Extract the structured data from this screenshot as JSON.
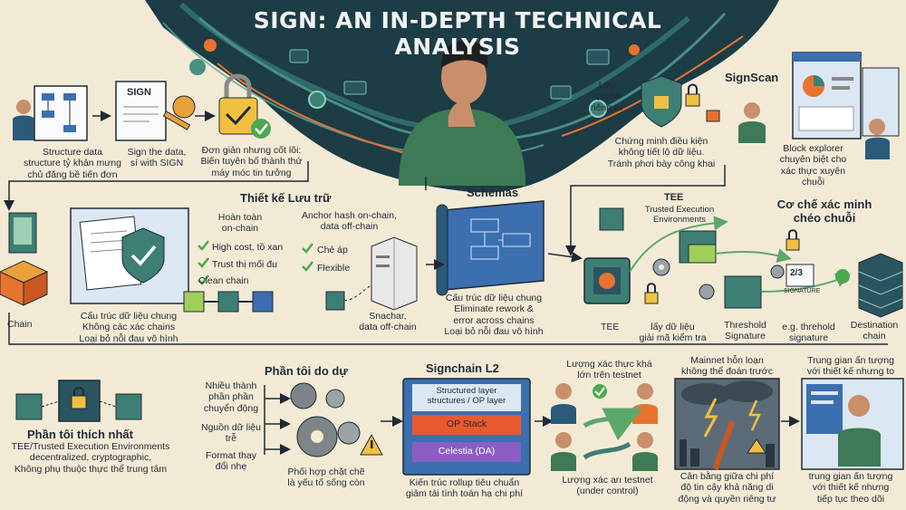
{
  "title": "SIGN: AN IN-DEPTH TECHNICAL ANALYSIS",
  "row1": {
    "step1": "Structure data\nstructure tỷ khản mưng\nchủ đăng bề tiến đơn",
    "sign_doc_label": "SIGN",
    "step2": "Sign the data,\nsí with SIGN",
    "step3": "Đơn giản nhưng cốt lõi:\nBiến tuyên bố thành thứ\nmáy móc tin tưởng",
    "privacy_title": "Lớp\nquyền\nriêng tư",
    "privacy_desc": "Chứng minh điều kiện\nkhông tiết lộ dữ liệu.\nTránh phơi bày công khai",
    "signscan_title": "SignScan",
    "signscan_desc": "Block explorer\nchuyên biệt cho\nxác thực xuyên\nchuỗi"
  },
  "storage": {
    "title": "Thiết kế Lưu trữ",
    "onchain_title": "Hoàn toàn\non-chain",
    "onchain_items": [
      "High cost, tồ xan",
      "Trust thị mối đu",
      "Clean chain"
    ],
    "anchor_title": "Anchor hash on-chain,\ndata off-chain",
    "anchor_items": [
      "Chẻ áp",
      "Flexible"
    ],
    "snachar": "Snachar,\ndata off-chain",
    "chain_label": "Chain",
    "struct_desc": "Cấu trúc dữ liệu chung\nKhông các xác chains\nLoại bỏ nỗi đau vô hình"
  },
  "schemas": {
    "title": "Schemas",
    "desc": "Cấu trúc dữ liệu chung\nEliminate rework &\nerror across chains\nLoại bỏ nỗi đau vô hình"
  },
  "cross": {
    "tee_top": "TEE",
    "tee_sub": "Trusted Execution\nEnvironments",
    "title": "Cơ chế xác minh\nchéo chuỗi",
    "badge": "2/3",
    "badge_sub": "SIGNATURE",
    "tee_label": "TEE",
    "fetch_label": "lấy dữ liệu\ngiải mã kiểm tra",
    "threshold_label": "Threshold\nSignature",
    "example_label": "e.g. threhold\nsignature",
    "dest_label": "Destination\nchain"
  },
  "bottom": {
    "weak_title": "Phần tôi thích nhất",
    "weak_desc": "TEE/Trusted Execution Environments\ndecentralized, cryptographic,\nKhông phụ thuộc thực thể trung tâm",
    "risk_title": "Phần tôi do dự",
    "risk_items": [
      "Nhiều thành\nphần phần\nchuyển động",
      "Nguồn dữ liệu\ntrễ",
      "Format thay\nđổi nhẹ"
    ],
    "risk_desc": "Phối hợp chặt chẽ\nlà yếu tố sống còn",
    "l2_title": "Signchain L2",
    "l2_layer": "Structured layer\nstructures / OP layer",
    "l2_op": "OP Stack",
    "l2_celestia": "Celestia (DA)",
    "l2_desc": "Kiến trúc rollup tiêu chuẩn\ngiảm tải tính toán hạ chi phí",
    "testnet_top": "Lượng xác thực khá\nlớn trên testnet",
    "testnet_bottom": "Lượng xác arı testnet\n(under control)",
    "mainnet_top": "Mainnet hỗn loạn\nkhông thể đoán trước",
    "mainnet_bottom": "Cân bằng giữa chi phí\nđộ tin cậy khả năng di\nđộng và quyền riêng tư",
    "final_top": "Trung gian ấn tượng\nvới thiết kế nhưng to",
    "final_bottom": "trung gian ấn tượng\nvới thiết kế nhưng\ntiếp tục theo dõi"
  },
  "colors": {
    "background": "#f3ead6",
    "ink": "#1f2a35",
    "teal": "#3d7f74",
    "orange": "#e8732e",
    "dark_navy": "#1e3a45",
    "yellow": "#f1c040",
    "green_check": "#4caa4c",
    "purple": "#8a5ec4",
    "blue_doc": "#3b6fb0",
    "op_red": "#e85a2e"
  }
}
